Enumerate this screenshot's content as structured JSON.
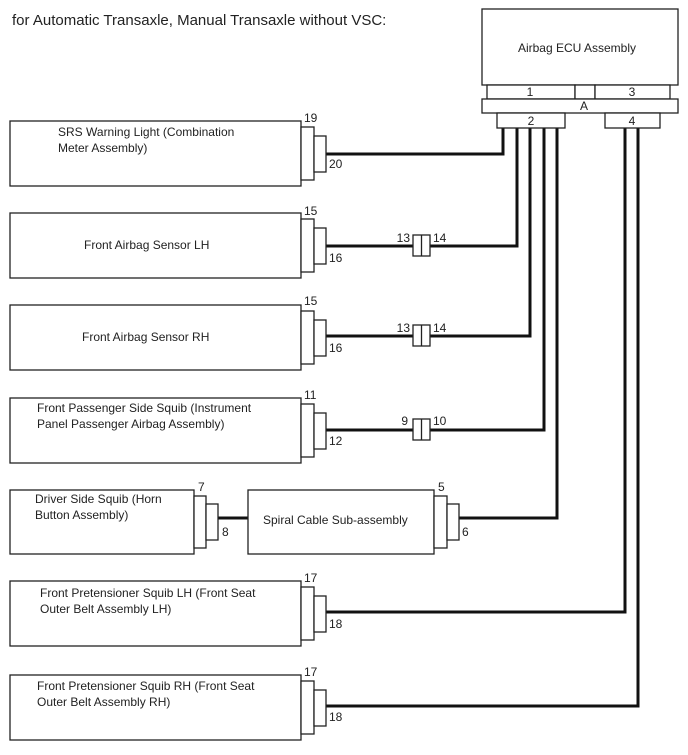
{
  "header": {
    "title": "for Automatic Transaxle, Manual Transaxle without VSC:"
  },
  "ecu": {
    "name": "Airbag ECU Assembly",
    "connector_labels": [
      "1",
      "3"
    ],
    "connector_a": "A",
    "sub_connector_labels": [
      "2",
      "4"
    ]
  },
  "components": [
    {
      "id": "srs-warning-light",
      "line1": "SRS Warning Light (Combination",
      "line2": "Meter Assembly)",
      "pin_top": "19",
      "pin_bottom": "20"
    },
    {
      "id": "front-airbag-sensor-lh",
      "line1": "Front Airbag Sensor LH",
      "line2": "",
      "pin_top": "15",
      "pin_bottom": "16",
      "junction_left": "13",
      "junction_right": "14"
    },
    {
      "id": "front-airbag-sensor-rh",
      "line1": "Front Airbag Sensor RH",
      "line2": "",
      "pin_top": "15",
      "pin_bottom": "16",
      "junction_left": "13",
      "junction_right": "14"
    },
    {
      "id": "front-passenger-side-squib",
      "line1": "Front Passenger Side Squib (Instrument",
      "line2": "Panel Passenger Airbag Assembly)",
      "pin_top": "11",
      "pin_bottom": "12",
      "junction_left": "9",
      "junction_right": "10"
    },
    {
      "id": "driver-side-squib",
      "line1": "Driver Side Squib (Horn",
      "line2": "Button Assembly)",
      "pin_top": "7",
      "pin_bottom": "8"
    },
    {
      "id": "spiral-cable",
      "line1": "Spiral Cable Sub-assembly",
      "line2": "",
      "pin_top": "5",
      "pin_bottom": "6"
    },
    {
      "id": "front-pretensioner-squib-lh",
      "line1": "Front Pretensioner Squib LH (Front Seat",
      "line2": "Outer Belt Assembly LH)",
      "pin_top": "17",
      "pin_bottom": "18"
    },
    {
      "id": "front-pretensioner-squib-rh",
      "line1": "Front Pretensioner Squib RH (Front Seat",
      "line2": "Outer Belt Assembly RH)",
      "pin_top": "17",
      "pin_bottom": "18"
    }
  ]
}
